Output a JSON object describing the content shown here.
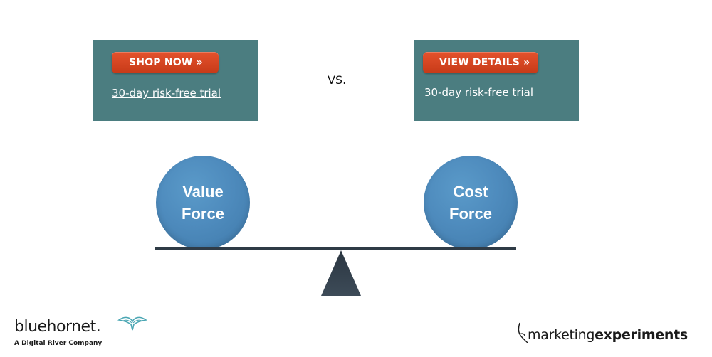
{
  "left_ad": {
    "button_label": "SHOP NOW »",
    "link_label": "30-day risk-free trial"
  },
  "right_ad": {
    "button_label": "VIEW DETAILS »",
    "link_label": "30-day risk-free trial"
  },
  "comparison": {
    "vs_label": "VS."
  },
  "scale": {
    "left_circle": {
      "line1": "Value",
      "line2": "Force"
    },
    "right_circle": {
      "line1": "Cost",
      "line2": "Force"
    }
  },
  "logos": {
    "left": {
      "name": "bluehornet.",
      "tagline": "A Digital River Company",
      "icon": "hornet-icon"
    },
    "right": {
      "part1": "marketing",
      "part2": "experiments",
      "icon": "pencil-mark-icon"
    }
  },
  "colors": {
    "panel": "#4b7d80",
    "button": "#d9482a",
    "circle": "#4e8bbd",
    "beam": "#2f3b46"
  }
}
